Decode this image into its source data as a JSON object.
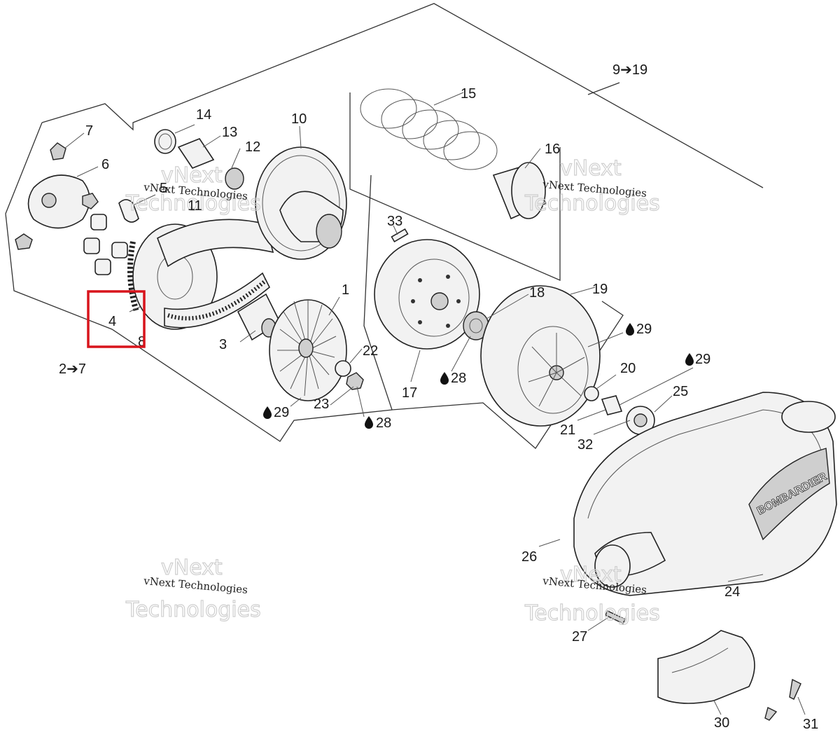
{
  "diagram": {
    "callouts": {
      "c1": "1",
      "c2to7": "2➔7",
      "c3": "3",
      "c4": "4",
      "c5": "5",
      "c6": "6",
      "c7": "7",
      "c8": "8",
      "c9to19": "9➔19",
      "c10": "10",
      "c11": "11",
      "c12": "12",
      "c13": "13",
      "c14": "14",
      "c15": "15",
      "c16": "16",
      "c17": "17",
      "c18": "18",
      "c19": "19",
      "c20": "20",
      "c21": "21",
      "c22": "22",
      "c23": "23",
      "c24": "24",
      "c25": "25",
      "c26": "26",
      "c27": "27",
      "c28a": "28",
      "c28b": "28",
      "c29a": "29",
      "c29b": "29",
      "c29c": "29",
      "c30": "30",
      "c31": "31",
      "c32": "32",
      "c33": "33"
    },
    "cover_brand": "BOMBARDIER",
    "watermark": {
      "caption": "vNext Technologies",
      "logo_line1": "vNext",
      "logo_line2": "Technologies"
    },
    "highlight": {
      "color": "#d8141c",
      "target": "4"
    },
    "icons": [
      "oil-drop-icon"
    ]
  }
}
